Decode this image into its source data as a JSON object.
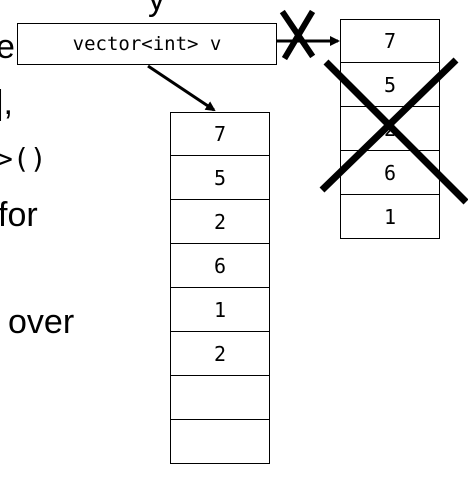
{
  "cropped_text_fragments": [
    "y",
    "e",
    "],",
    ">()",
    "for",
    "over"
  ],
  "variable_box": {
    "label": "vector<int> v"
  },
  "new_array": {
    "cells": [
      "7",
      "5",
      "2",
      "6",
      "1",
      "2",
      "",
      ""
    ]
  },
  "old_array": {
    "cells": [
      "7",
      "5",
      "2",
      "6",
      "1"
    ]
  },
  "colors": {
    "ink": "#000000",
    "background": "#ffffff"
  }
}
